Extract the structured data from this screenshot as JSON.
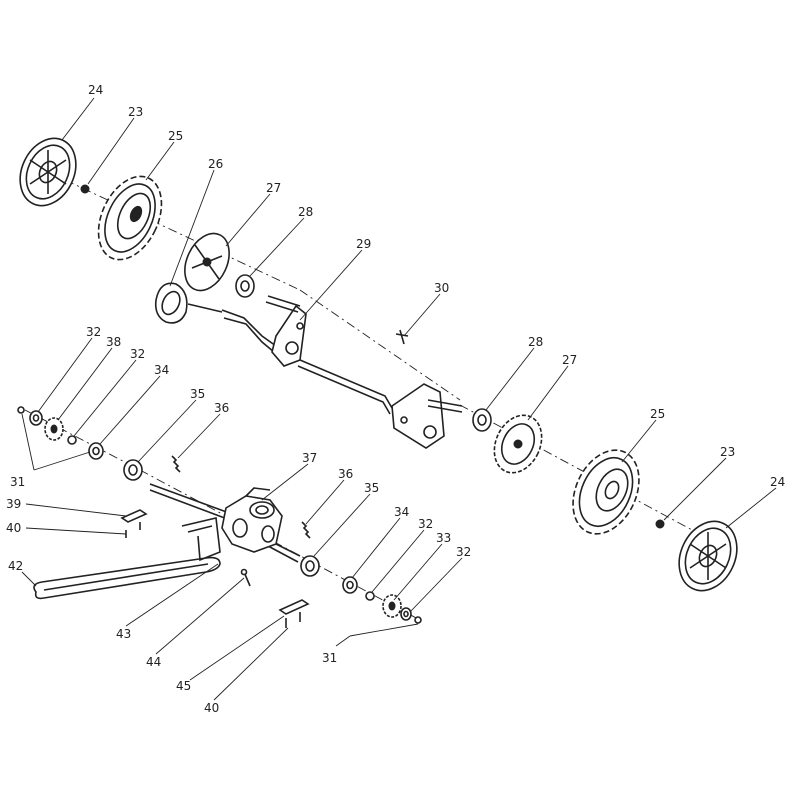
{
  "diagram": {
    "colors": {
      "line": "#222222",
      "background": "#ffffff"
    },
    "callouts": [
      {
        "id": "c24a",
        "label": "24"
      },
      {
        "id": "c23a",
        "label": "23"
      },
      {
        "id": "c25a",
        "label": "25"
      },
      {
        "id": "c26",
        "label": "26"
      },
      {
        "id": "c27a",
        "label": "27"
      },
      {
        "id": "c28a",
        "label": "28"
      },
      {
        "id": "c29",
        "label": "29"
      },
      {
        "id": "c30",
        "label": "30"
      },
      {
        "id": "c28b",
        "label": "28"
      },
      {
        "id": "c27b",
        "label": "27"
      },
      {
        "id": "c25b",
        "label": "25"
      },
      {
        "id": "c23b",
        "label": "23"
      },
      {
        "id": "c24b",
        "label": "24"
      },
      {
        "id": "c32a",
        "label": "32"
      },
      {
        "id": "c38",
        "label": "38"
      },
      {
        "id": "c32b",
        "label": "32"
      },
      {
        "id": "c34a",
        "label": "34"
      },
      {
        "id": "c35a",
        "label": "35"
      },
      {
        "id": "c36a",
        "label": "36"
      },
      {
        "id": "c31a",
        "label": "31"
      },
      {
        "id": "c39",
        "label": "39"
      },
      {
        "id": "c40a",
        "label": "40"
      },
      {
        "id": "c42",
        "label": "42"
      },
      {
        "id": "c37",
        "label": "37"
      },
      {
        "id": "c36b",
        "label": "36"
      },
      {
        "id": "c35b",
        "label": "35"
      },
      {
        "id": "c34b",
        "label": "34"
      },
      {
        "id": "c32c",
        "label": "32"
      },
      {
        "id": "c33",
        "label": "33"
      },
      {
        "id": "c32d",
        "label": "32"
      },
      {
        "id": "c43",
        "label": "43"
      },
      {
        "id": "c44",
        "label": "44"
      },
      {
        "id": "c31b",
        "label": "31"
      },
      {
        "id": "c45",
        "label": "45"
      },
      {
        "id": "c40b",
        "label": "40"
      }
    ]
  }
}
